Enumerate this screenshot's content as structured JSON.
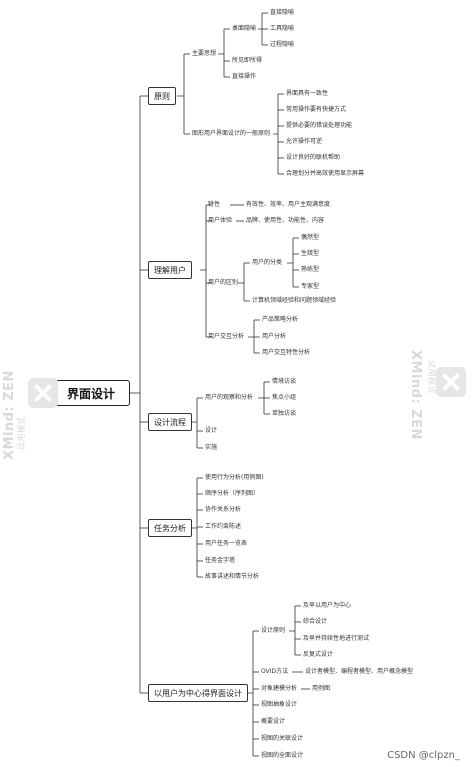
{
  "root": "界面设计",
  "branches": [
    {
      "key": "principle",
      "label": "原则"
    },
    {
      "key": "understand",
      "label": "理解用户"
    },
    {
      "key": "process",
      "label": "设计流程"
    },
    {
      "key": "task",
      "label": "任务分析"
    },
    {
      "key": "ucd",
      "label": "以用户为中心得界面设计"
    }
  ],
  "principle": {
    "main_idea": "主要思想",
    "desktop_metaphor": "桌面隐喻",
    "direct_metaphor": "直接隐喻",
    "tool_metaphor": "工具隐喻",
    "process_metaphor": "过程隐喻",
    "wysiwyg": "所见即所得",
    "direct_manipulation": "直接操作",
    "gui_general": "图形用户界面设计的一般原则",
    "gui_items": [
      "界面具有一致性",
      "常用操作要有快捷方式",
      "提供必要的错误处理功能",
      "允许操作可逆",
      "设计良好的联机帮助",
      "合理划分并高效使用显示屏幕"
    ]
  },
  "understand": {
    "traits": "特性",
    "traits_detail": "有效性、效率、用户主观满意度",
    "experience": "用户体验",
    "experience_detail": "品牌、使用性、功能性、内容",
    "differences": "用户的区别",
    "user_types_head": "用户的分类",
    "user_types": [
      "偶然型",
      "生疏型",
      "熟练型",
      "专家型"
    ],
    "computer_domain": "计算机领域经验和问题领域经验",
    "interaction": "用户交互分析",
    "interaction_items": [
      "产品策略分析",
      "用户分析",
      "用户交互特性分析"
    ]
  },
  "process": {
    "observe": "用户的观察和分析",
    "observe_items": [
      "情境访谈",
      "焦点小组",
      "单独访谈"
    ],
    "design": "设计",
    "implement": "实施"
  },
  "task": {
    "items": [
      "使用行为分析(用例图)",
      "顺序分析（序列图）",
      "协作关系分析",
      "工作约束陈述",
      "用户任务一览表",
      "任务金字塔",
      "故事讲述和情节分析"
    ]
  },
  "ucd": {
    "design_principles": "设计原则",
    "dp_items": [
      "及早以用户为中心",
      "综合设计",
      "及早并持续性地进行测试",
      "反复式设计"
    ],
    "ovid": "OVID方法",
    "ovid_detail": "设计者模型、编程者模型、用户概念模型",
    "object_model": "对象建模分析",
    "object_model_detail": "用例图",
    "others": [
      "视图抽象设计",
      "概要设计",
      "视图的关联设计",
      "视图的全面设计"
    ]
  },
  "watermark": {
    "left_text": "XMind: ZEN",
    "left_sub": "试用模式",
    "right_text": "XMind: ZEN",
    "right_sub": "试用模式"
  },
  "credit": "CSDN @clpzn_"
}
